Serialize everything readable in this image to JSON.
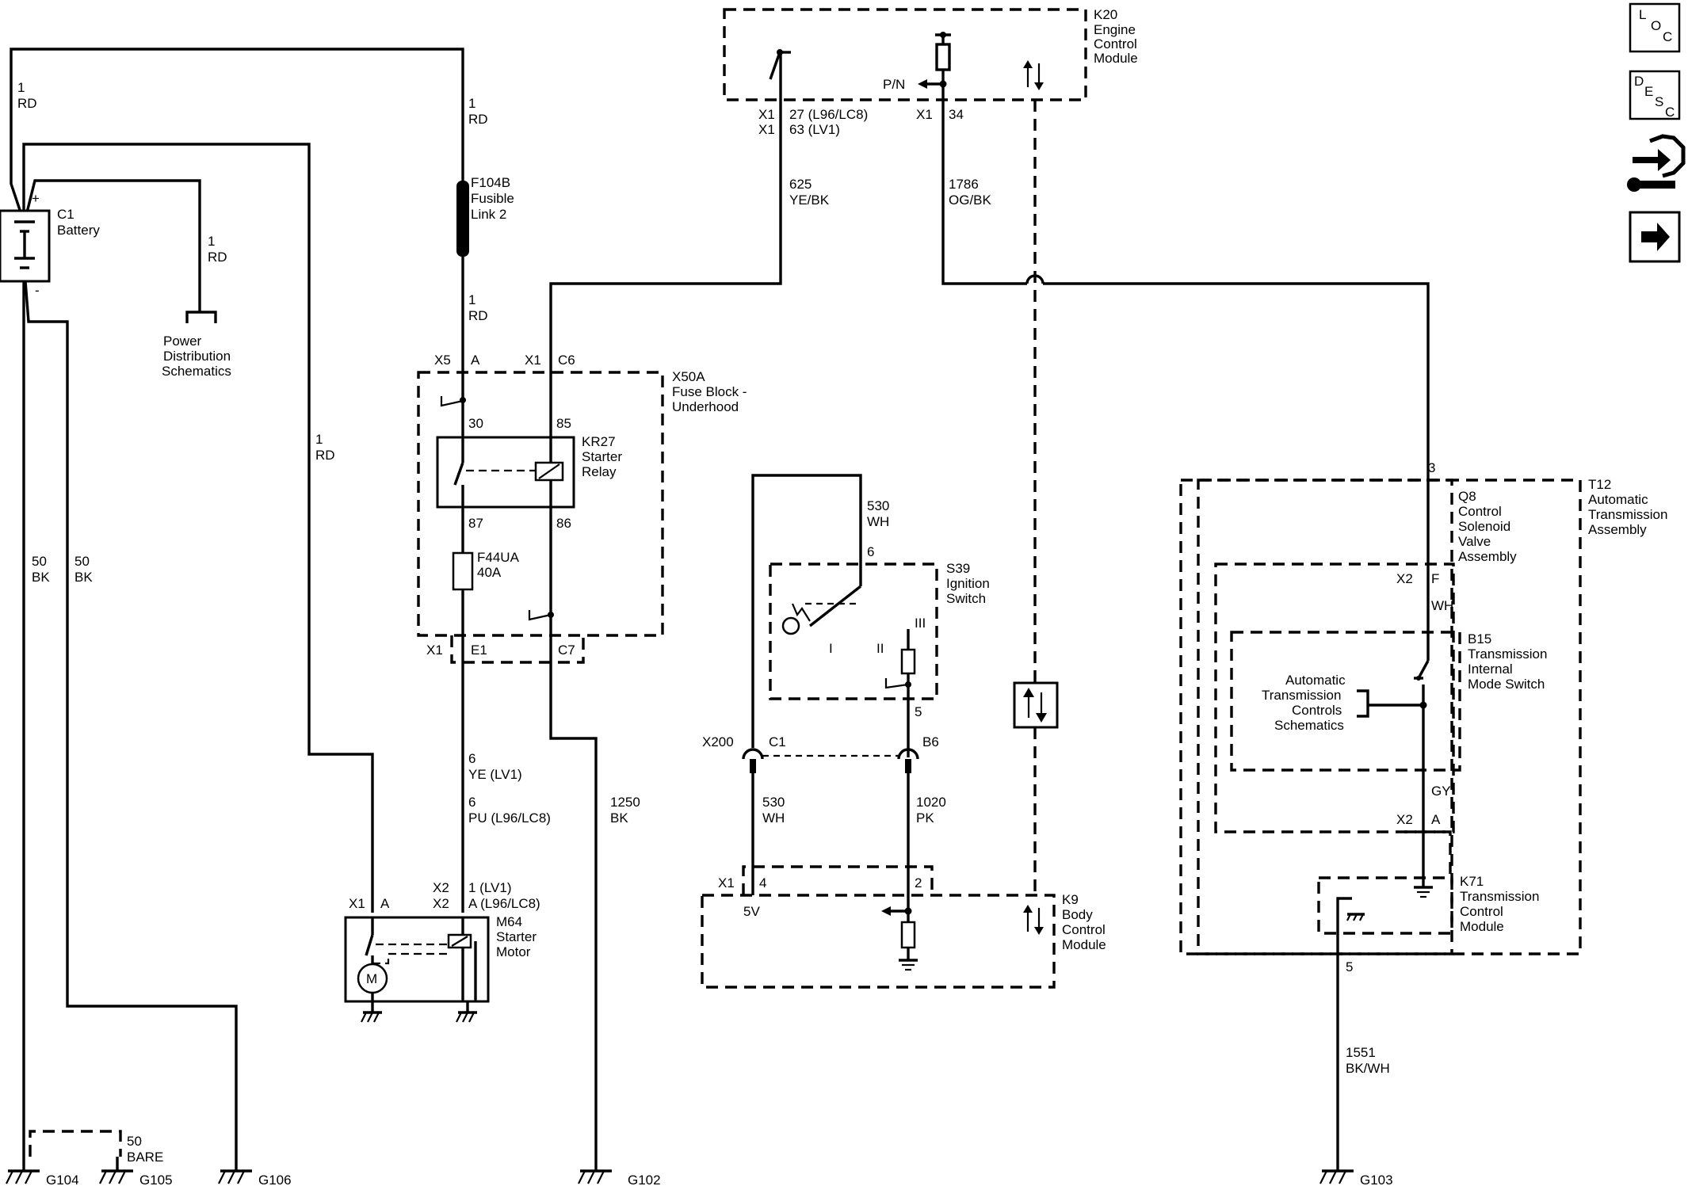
{
  "nav": {
    "loc": {
      "l1": "L",
      "l2": "O",
      "l3": "C"
    },
    "desc": {
      "l1": "D",
      "l2": "E",
      "l3": "S",
      "l4": "C"
    },
    "connector_icon": "connector-end-view-icon",
    "next_icon": "arrow-right-icon"
  },
  "components": {
    "k20": {
      "id": "K20",
      "l1": "Engine",
      "l2": "Control",
      "l3": "Module",
      "pn": "P/N"
    },
    "c1": {
      "id": "C1",
      "l1": "Battery",
      "plus": "+",
      "minus": "-"
    },
    "pds": {
      "l1": "Power",
      "l2": "Distribution",
      "l3": "Schematics"
    },
    "f104b": {
      "id": "F104B",
      "l1": "Fusible",
      "l2": "Link 2"
    },
    "x50a": {
      "id": "X50A",
      "l1": "Fuse Block -",
      "l2": "Underhood"
    },
    "kr27": {
      "id": "KR27",
      "l1": "Starter",
      "l2": "Relay",
      "p30": "30",
      "p85": "85",
      "p87": "87",
      "p86": "86"
    },
    "f44ua": {
      "id": "F44UA",
      "l1": "40A"
    },
    "m64": {
      "id": "M64",
      "l1": "Starter",
      "l2": "Motor",
      "motor": "M"
    },
    "s39": {
      "id": "S39",
      "l1": "Ignition",
      "l2": "Switch",
      "pos1": "I",
      "pos2": "II",
      "pos3": "III",
      "pin6": "6",
      "pin5": "5"
    },
    "k9": {
      "id": "K9",
      "l1": "Body",
      "l2": "Control",
      "l3": "Module",
      "v5": "5V"
    },
    "t12": {
      "id": "T12",
      "l1": "Automatic",
      "l2": "Transmission",
      "l3": "Assembly"
    },
    "q8": {
      "id": "Q8",
      "l1": "Control",
      "l2": "Solenoid",
      "l3": "Valve",
      "l4": "Assembly"
    },
    "b15": {
      "id": "B15",
      "l1": "Transmission",
      "l2": "Internal",
      "l3": "Mode Switch"
    },
    "atc": {
      "l1": "Automatic",
      "l2": "Transmission",
      "l3": "Controls",
      "l4": "Schematics"
    },
    "k71": {
      "id": "K71",
      "l1": "Transmission",
      "l2": "Control",
      "l3": "Module"
    }
  },
  "connectors": {
    "k20_x1a": "X1",
    "k20_27": "27 (L96/LC8)",
    "k20_x1b": "X1",
    "k20_63": "63 (LV1)",
    "k20_x1c": "X1",
    "k20_34": "34",
    "x5": "X5",
    "x5_pin": "A",
    "x1_c6": "X1",
    "c6": "C6",
    "x1_bot": "X1",
    "e1": "E1",
    "c7": "C7",
    "m64_x1": "X1",
    "m64_a": "A",
    "m64_x2a": "X2",
    "m64_1lv1": "1 (LV1)",
    "m64_x2b": "X2",
    "m64_a_l96": "A  (L96/LC8)",
    "x200": "X200",
    "c1pin": "C1",
    "b6": "B6",
    "k9_x1": "X1",
    "k9_4": "4",
    "k9_2": "2",
    "t12_3": "3",
    "q8_x2": "X2",
    "q8_f": "F",
    "k71_x2": "X2",
    "k71_a": "A",
    "k71_5": "5"
  },
  "wires": [
    {
      "circuit": "1",
      "color": "RD"
    },
    {
      "circuit": "1",
      "color": "RD"
    },
    {
      "circuit": "1",
      "color": "RD"
    },
    {
      "circuit": "1",
      "color": "RD"
    },
    {
      "circuit": "1",
      "color": "RD"
    },
    {
      "circuit": "50",
      "color": "BK"
    },
    {
      "circuit": "50",
      "color": "BK"
    },
    {
      "circuit": "625",
      "color": "YE/BK"
    },
    {
      "circuit": "1786",
      "color": "OG/BK"
    },
    {
      "circuit": "6",
      "color": "YE (LV1)"
    },
    {
      "circuit": "6",
      "color": "PU (L96/LC8)"
    },
    {
      "circuit": "1250",
      "color": "BK"
    },
    {
      "circuit": "530",
      "color": "WH"
    },
    {
      "circuit": "530",
      "color": "WH"
    },
    {
      "circuit": "1020",
      "color": "PK"
    },
    {
      "circuit": "1551",
      "color": "BK/WH"
    },
    {
      "circuit": "50",
      "color": "BARE"
    }
  ],
  "wire_colors": {
    "wh": "WH",
    "gy": "GY"
  },
  "grounds": {
    "g104": "G104",
    "g105": "G105",
    "g106": "G106",
    "g102": "G102",
    "g103": "G103"
  }
}
